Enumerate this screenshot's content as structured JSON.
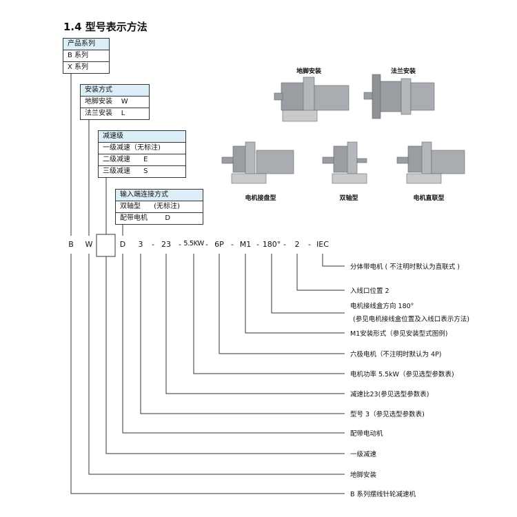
{
  "title": "1.4  型号表示方法",
  "tables": [
    {
      "header": "产品系列",
      "rows": [
        "B 系列",
        "X 系列"
      ]
    },
    {
      "header": "安装方式",
      "rows": [
        "地脚安装    W",
        "法兰安装    L"
      ]
    },
    {
      "header": "减速级",
      "rows": [
        "一级减速（无标注)",
        "二级减速      E",
        "三级减速      S"
      ]
    },
    {
      "header": "输入端连接方式",
      "rows": [
        "双轴型      (无标注)",
        "配带电机        D"
      ]
    }
  ],
  "code": [
    "B",
    "W",
    "D",
    "3",
    "-",
    "23",
    "-",
    "5.5KW",
    "-",
    "6P",
    "-",
    "M1",
    "-",
    "180°",
    "-",
    "2",
    "-",
    "IEC"
  ],
  "labels": [
    "分体带电机 ( 不注明时默认为直联式 )",
    "入线口位置 2",
    "电机接线盒方向 180°",
    "(参见电机接线盒位置及入线口表示方法)",
    "M1安装形式（参见安装型式图例)",
    "六极电机（不注明时默认为 4P)",
    "电机功率 5.5kW（参见选型参数表)",
    "减速比23(参见选型参数表)",
    "型号 3（参见选型参数表)",
    "配带电动机",
    "一级减速",
    "地脚安装",
    "B 系列摆线针轮减速机"
  ],
  "captions": [
    "地脚安装",
    "法兰安装",
    "电机接盘型",
    "双轴型",
    "电机直联型"
  ]
}
